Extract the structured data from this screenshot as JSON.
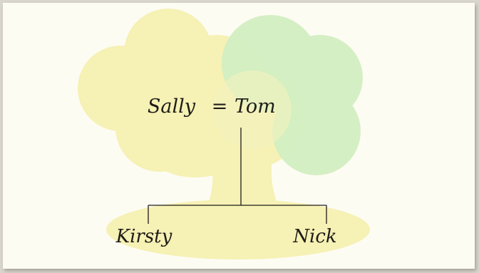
{
  "diagram": {
    "couple": {
      "partner_left": "Sally",
      "connector": "=",
      "partner_right": "Tom"
    },
    "children": [
      "Kirsty",
      "Nick"
    ]
  },
  "colors": {
    "paper": "#fdfcf3",
    "tree_yellow": "#f6f1b4",
    "tree_green": "#d3efc2",
    "ink": "#1e1c18"
  }
}
